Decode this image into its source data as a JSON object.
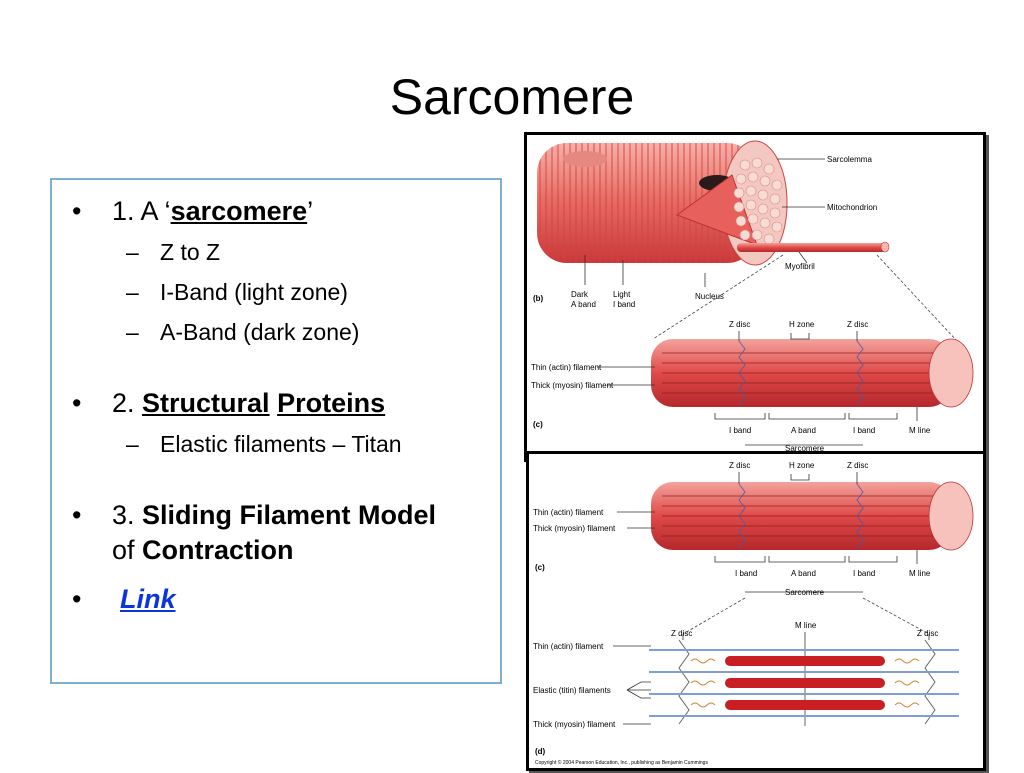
{
  "title": "Sarcomere",
  "points": {
    "p1": {
      "bullet": "•",
      "num": "1. A ‘",
      "term": "sarcomere",
      "close": "’"
    },
    "p1_subs": [
      {
        "dash": "–",
        "text": "Z to Z"
      },
      {
        "dash": "–",
        "text": "I-Band (light zone)"
      },
      {
        "dash": "–",
        "text": "A-Band (dark zone)"
      }
    ],
    "p2": {
      "bullet": "•",
      "num": "2. ",
      "term1": "Structural",
      "term2": "Proteins"
    },
    "p2_subs": [
      {
        "dash": "–",
        "text": "Elastic filaments – Titan"
      }
    ],
    "p3": {
      "bullet": "•",
      "num": "3. ",
      "bold1": "Sliding Filament Model",
      "of": "of ",
      "bold2": "Contraction"
    },
    "p4": {
      "bullet": "•",
      "link": "Link"
    }
  },
  "figure_top": {
    "labels": {
      "sarcolemma": "Sarcolemma",
      "mitochondrion": "Mitochondrion",
      "myofibril": "Myofibril",
      "dark_a_band": [
        "Dark",
        "A band"
      ],
      "light_i_band": [
        "Light",
        "I band"
      ],
      "nucleus": "Nucleus",
      "panel_b": "(b)",
      "z_disc_left": "Z disc",
      "h_zone": "H zone",
      "z_disc_right": "Z disc",
      "thin_filament": "Thin (actin) filament",
      "thick_filament": "Thick (myosin) filament",
      "panel_c": "(c)",
      "i_band_left": "I band",
      "a_band": "A band",
      "i_band_right": "I band",
      "m_line": "M line",
      "sarcomere": "Sarcomere"
    }
  },
  "figure_bottom": {
    "labels": {
      "z_disc_left": "Z disc",
      "h_zone": "H zone",
      "z_disc_right": "Z disc",
      "thin_filament": "Thin (actin) filament",
      "thick_filament": "Thick (myosin) filament",
      "panel_c": "(c)",
      "i_band_left": "I band",
      "a_band": "A band",
      "i_band_right": "I band",
      "m_line": "M line",
      "sarcomere": "Sarcomere",
      "m_line_d": "M line",
      "z_disc_d_left": "Z disc",
      "z_disc_d_right": "Z disc",
      "thin_filament_d": "Thin (actin) filament",
      "elastic_filaments": "Elastic (titin) filaments",
      "thick_filament_d": "Thick (myosin) filament",
      "panel_d": "(d)",
      "copyright": "Copyright © 2004 Pearson Education, Inc., publishing as Benjamin Cummings"
    }
  },
  "colors": {
    "muscle_red": "#e0474a",
    "muscle_light": "#f4a3a0",
    "textbox_border": "#7fb0d0",
    "link": "#0b33e0"
  }
}
